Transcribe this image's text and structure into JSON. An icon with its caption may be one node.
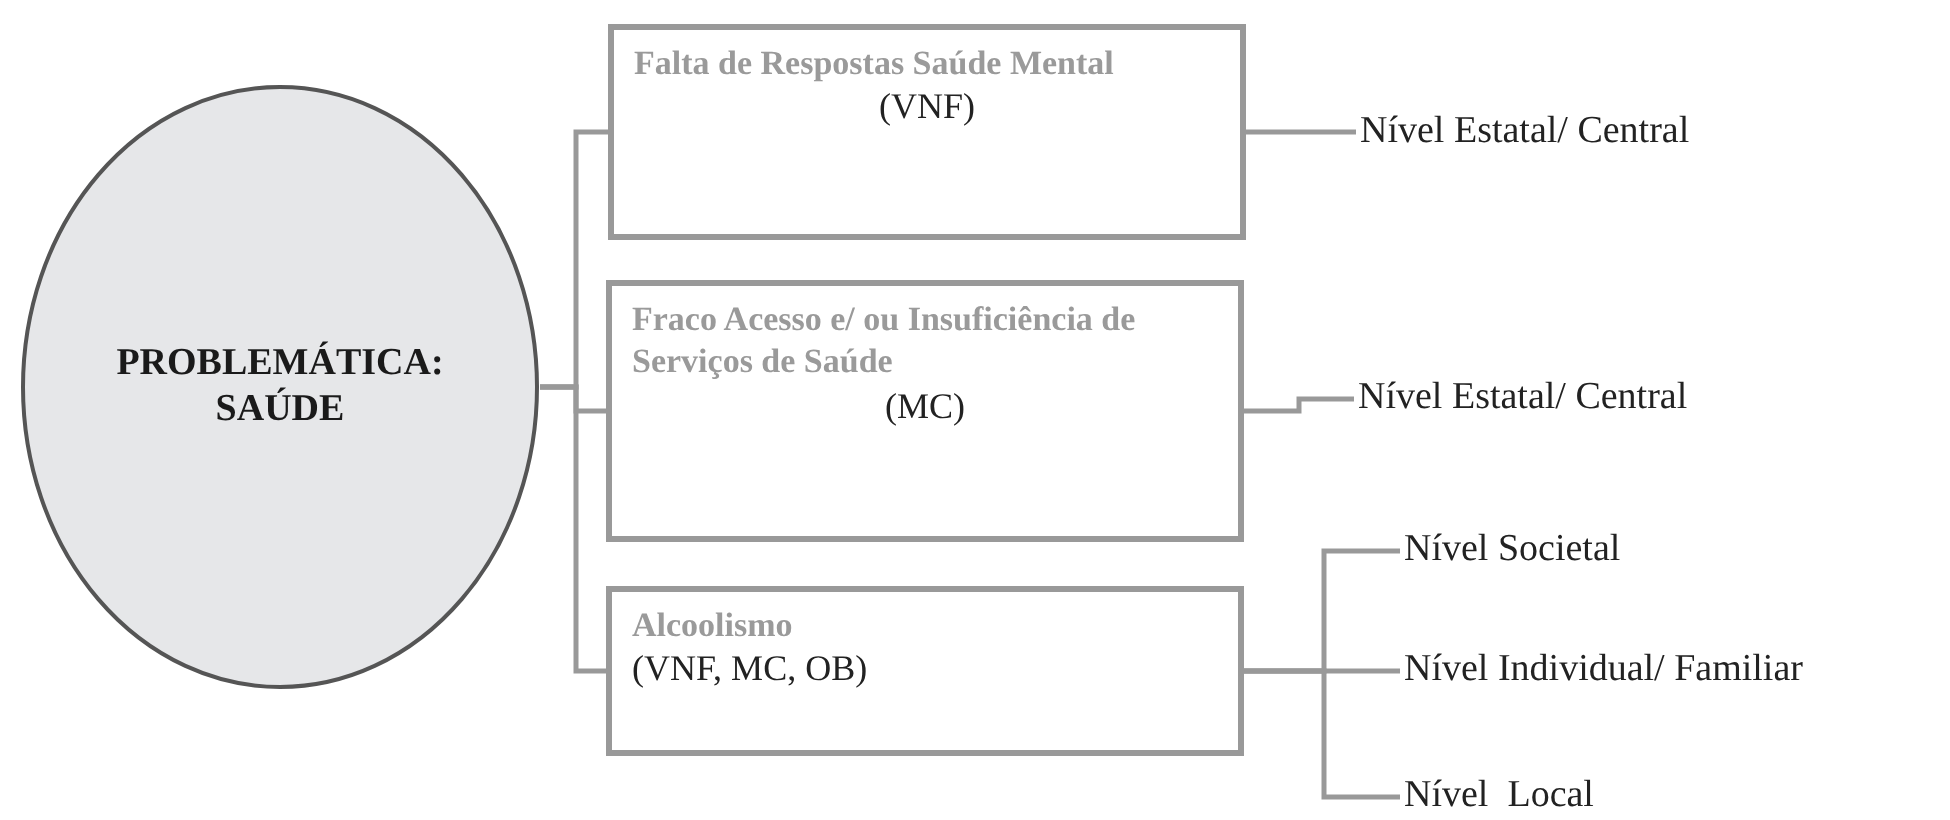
{
  "diagram": {
    "nodes": [
      {
        "text": [
          "PROBLEMÁTICA: SAÚDE"
        ]
      },
      {
        "text": [
          "Falta de Respostas Saúde Mental",
          "(VNF)"
        ]
      },
      {
        "text": [
          "Fraco Acesso e/ ou Insuficiência de Serviços de Saúde",
          "(MC)"
        ]
      },
      {
        "text": [
          "Alcoolismo",
          "(VNF, MC, OB)"
        ]
      },
      {
        "text": [
          "Nível Estatal/ Central"
        ]
      },
      {
        "text": [
          "Nível Estatal/ Central"
        ]
      },
      {
        "text": [
          "Nível Societal"
        ]
      },
      {
        "text": [
          "Nível Individual/ Familiar"
        ]
      },
      {
        "text": [
          "Nível  Local"
        ]
      }
    ],
    "edges": [
      {
        "from": 0,
        "to": 1,
        "arrow": "none"
      },
      {
        "from": 0,
        "to": 2,
        "arrow": "none"
      },
      {
        "from": 0,
        "to": 3,
        "arrow": "none"
      },
      {
        "from": 1,
        "to": 4,
        "arrow": "none"
      },
      {
        "from": 2,
        "to": 5,
        "arrow": "none"
      },
      {
        "from": 3,
        "to": 6,
        "arrow": "none"
      },
      {
        "from": 3,
        "to": 7,
        "arrow": "none"
      },
      {
        "from": 3,
        "to": 8,
        "arrow": "none"
      }
    ]
  }
}
